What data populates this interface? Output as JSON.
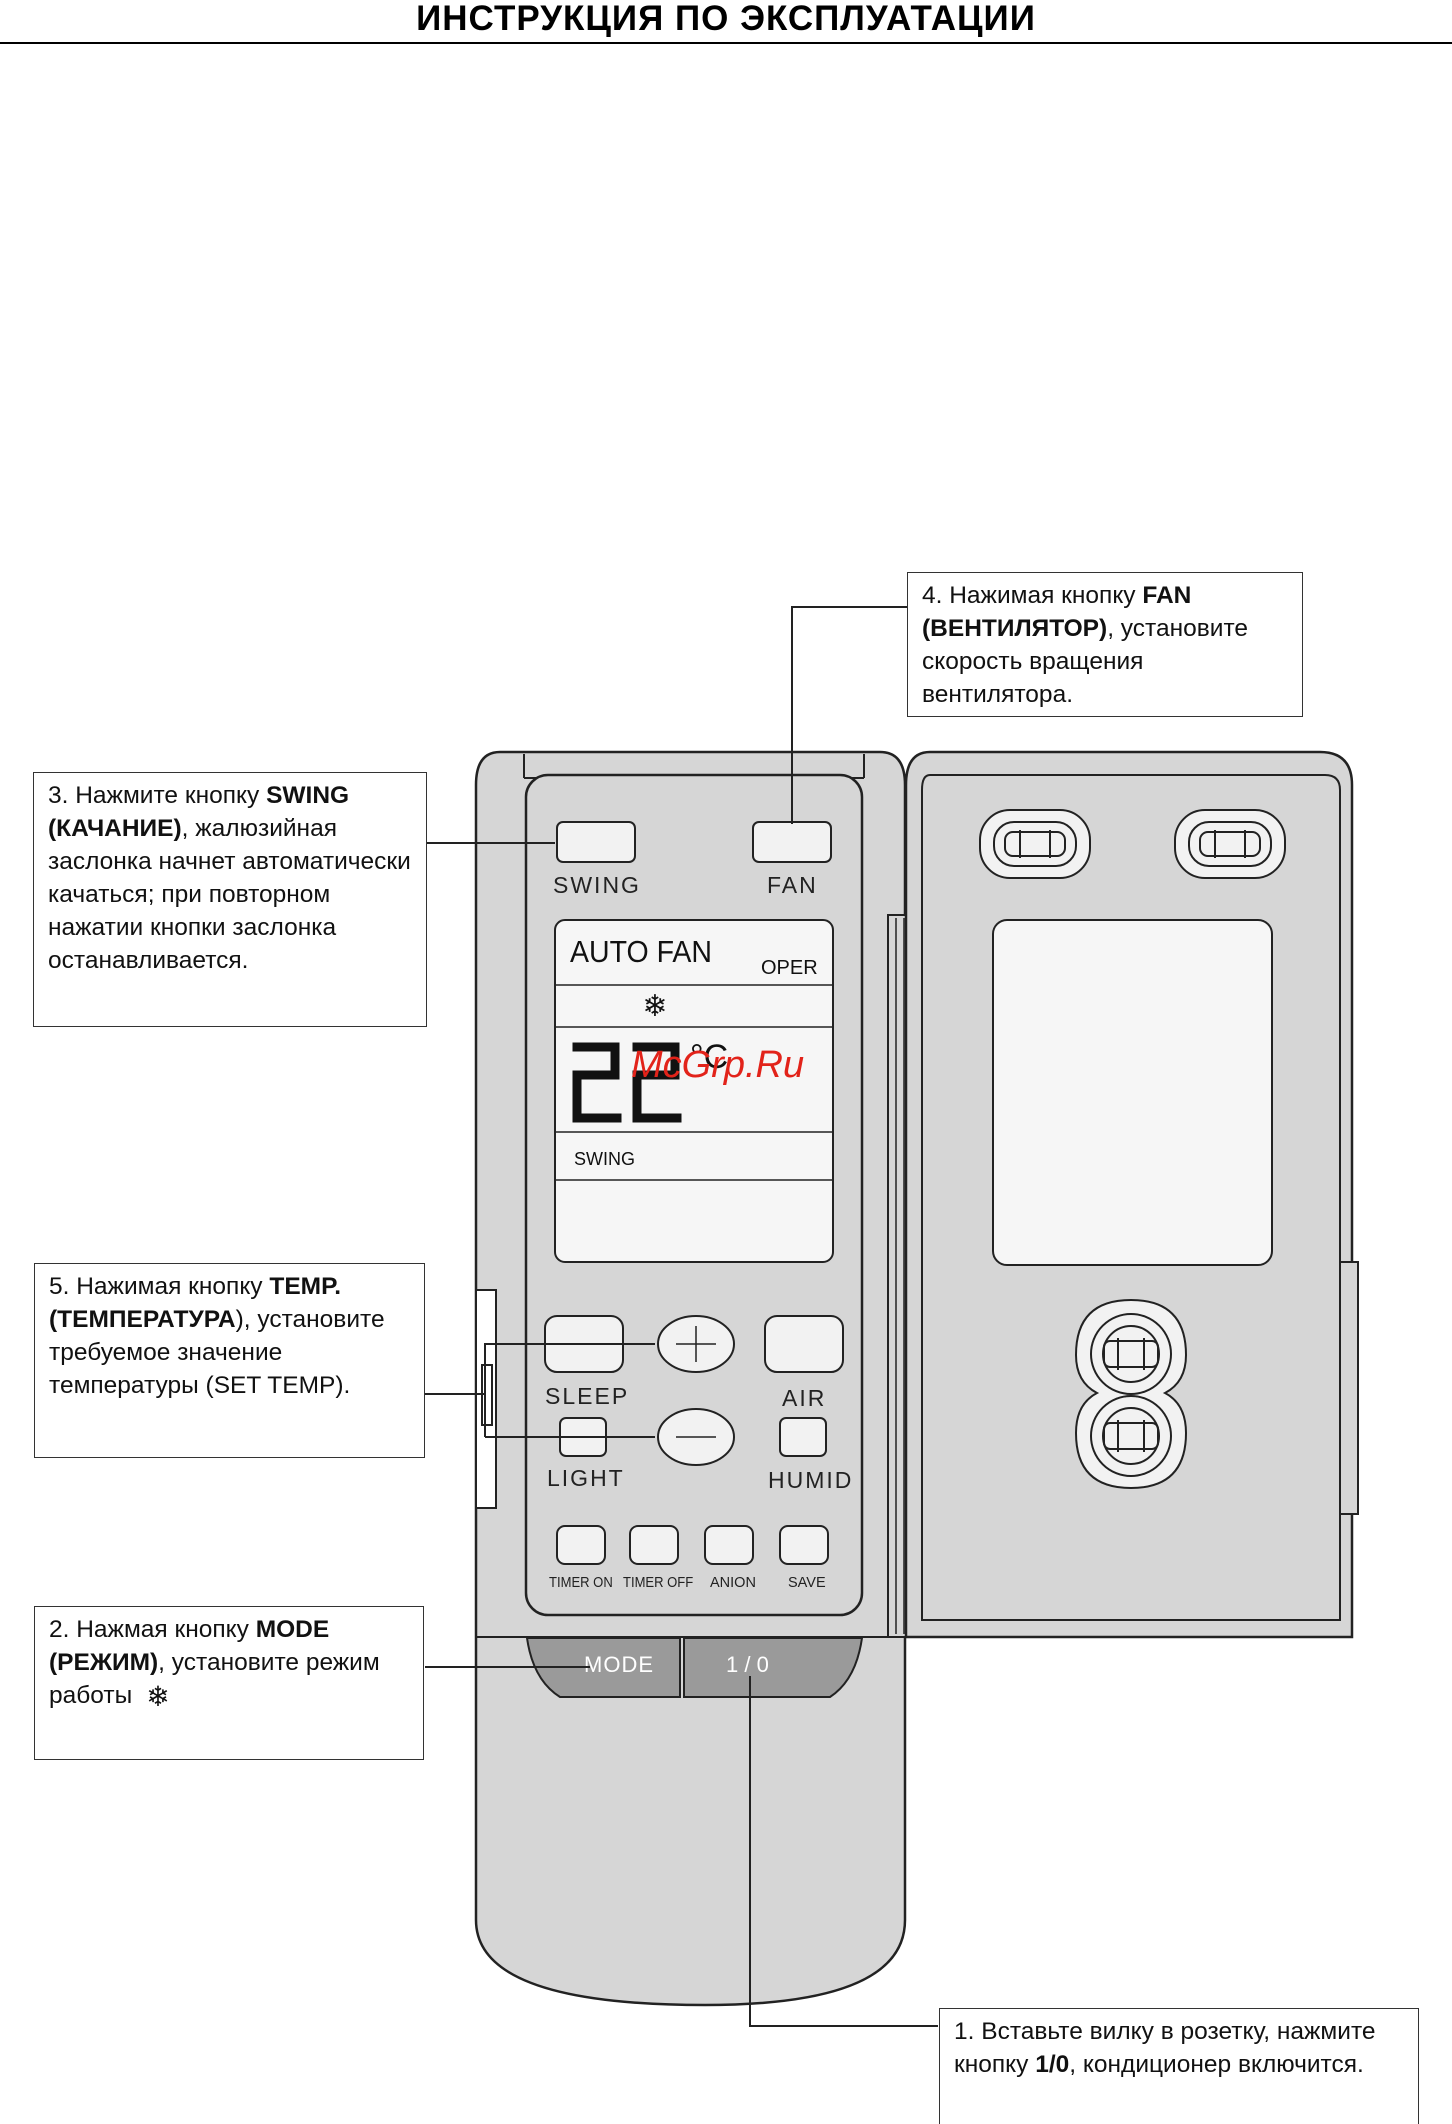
{
  "header": {
    "title": "ИНСТРУКЦИЯ ПО ЭКСПЛУАТАЦИИ"
  },
  "callouts": [
    {
      "id": "step-4",
      "parts": [
        {
          "t": "4. Нажимая кнопку ",
          "b": false
        },
        {
          "t": "FAN",
          "b": true
        },
        {
          "t": " ",
          "b": false
        },
        {
          "t": "(ВЕНТИЛЯТОР)",
          "b": true
        },
        {
          "t": ", установите скорость вращения вентилятора.",
          "b": false
        }
      ]
    },
    {
      "id": "step-3",
      "parts": [
        {
          "t": "3. Нажмите кнопку ",
          "b": false
        },
        {
          "t": "SWING",
          "b": true
        },
        {
          "t": " ",
          "b": false
        },
        {
          "t": "(КАЧАНИЕ)",
          "b": true
        },
        {
          "t": ", жалюзийная заслонка начнет автоматически качаться; при повторном нажатии кнопки заслонка останавливается.",
          "b": false
        }
      ]
    },
    {
      "id": "step-5",
      "parts": [
        {
          "t": "5. Нажимая кнопку ",
          "b": false
        },
        {
          "t": "TEMP.",
          "b": true
        },
        {
          "t": " ",
          "b": false
        },
        {
          "t": "(ТЕМПЕРАТУРА",
          "b": true
        },
        {
          "t": "), установите требуемое значение температуры (SET TEMP).",
          "b": false
        }
      ]
    },
    {
      "id": "step-2",
      "parts": [
        {
          "t": "2. Нажмая кнопку ",
          "b": false
        },
        {
          "t": "MODE",
          "b": true
        },
        {
          "t": " ",
          "b": false
        },
        {
          "t": "(РЕЖИМ)",
          "b": true
        },
        {
          "t": ", установите режим работы",
          "b": false
        }
      ],
      "icon": "snowflake-icon"
    },
    {
      "id": "step-1",
      "parts": [
        {
          "t": "1. Вставьте вилку в розетку, нажмите кнопку ",
          "b": false
        },
        {
          "t": "1/0",
          "b": true
        },
        {
          "t": ", кондиционер включится.",
          "b": false
        }
      ]
    }
  ],
  "remote": {
    "buttons": {
      "swing": "SWING",
      "fan": "FAN",
      "sleep": "SLEEP",
      "air": "AIR",
      "light": "LIGHT",
      "humid": "HUMID",
      "timer_on": "TIMER ON",
      "timer_off": "TIMER OFF",
      "anion": "ANION",
      "save": "SAVE",
      "mode": "MODE",
      "power": "1 / 0"
    },
    "display": {
      "auto_fan": "AUTO FAN",
      "oper": "OPER",
      "temperature": "22",
      "unit": "°C",
      "swing": "SWING",
      "mode_icon": "snowflake-icon"
    }
  },
  "watermark": "McGrp.Ru",
  "colors": {
    "remote_body": "#d6d6d6",
    "button": "#f2f2f2",
    "mode_bar": "#9a9a9a",
    "watermark": "#e2231a"
  }
}
